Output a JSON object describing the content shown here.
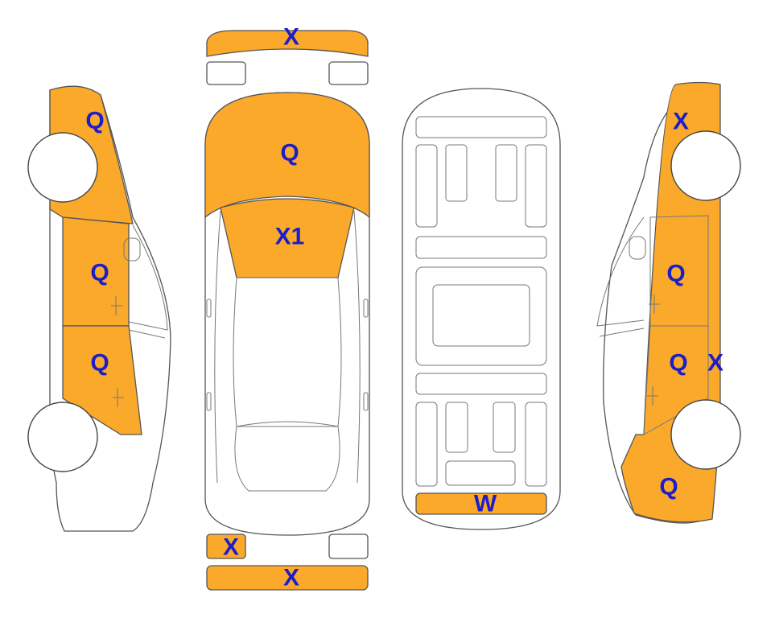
{
  "colors": {
    "damage_fill": "#FBA92B",
    "label_color": "#1E1EC8",
    "outline": "#555555",
    "background": "#FFFFFF"
  },
  "labels": {
    "front_bumper": "X",
    "hood": "Q",
    "windshield": "X1",
    "rear_left_lamp": "X",
    "rear_bumper": "X",
    "trunk_floor": "W",
    "left_fender": "Q",
    "left_front_door": "Q",
    "left_rear_door": "Q",
    "right_top": "X",
    "right_front_door": "Q",
    "right_rear_door": "Q",
    "right_side_edge": "X",
    "right_quarter": "Q"
  },
  "damaged_parts": {
    "front_bumper": true,
    "front_lamp_left": false,
    "front_lamp_right": false,
    "hood": true,
    "windshield": true,
    "rear_lamp_left": true,
    "rear_lamp_right": false,
    "rear_bumper": true,
    "trunk_floor": true,
    "left_fender": true,
    "left_front_door": true,
    "left_rear_door": true,
    "right_body": true
  }
}
